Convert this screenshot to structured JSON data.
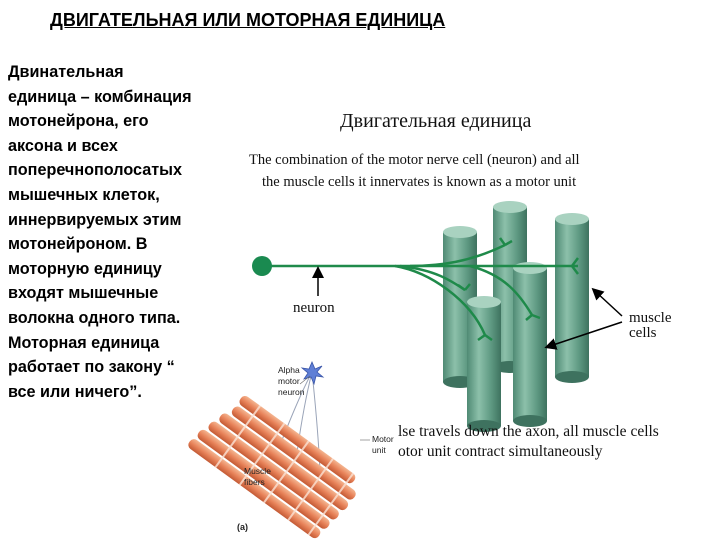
{
  "slide": {
    "title": "ДВИГАТЕЛЬНАЯ ИЛИ  МОТОРНАЯ ЕДИНИЦА",
    "body_text": "Двинательная\nединица – комбинация\nмотонейрона, его\nаксона и всех\nпоперечнополосатых\nмышечных клеток,\nиннервируемых этим\nмотонейроном.  В\nмоторную единицу\nвходят мышечные\nволокна одного типа.\nМоторная единица\nработает по закону “\nвсе или ничего”."
  },
  "figure_motor_unit": {
    "heading": "Двигательная единица",
    "caption_line1": "The combination of the motor nerve cell (neuron) and all",
    "caption_line2": "the muscle cells it innervates is known as a motor unit",
    "label_neuron": "neuron",
    "label_muscle_line1": "muscle",
    "label_muscle_line2": "cells",
    "bottom_line1": "lse travels down the axon, all muscle cells",
    "bottom_line2": "otor unit contract simultaneously",
    "colors": {
      "muscle": "#6aa38e",
      "nerve": "#1f8a4a",
      "soma": "#1a8a50"
    }
  },
  "figure_inset": {
    "label_alpha_line1": "Alpha",
    "label_alpha_line2": "motor",
    "label_alpha_line3": "neuron",
    "label_motor_unit_line1": "Motor",
    "label_motor_unit_line2": "unit",
    "label_muscle_fibers_line1": "Muscle",
    "label_muscle_fibers_line2": "fibers",
    "panel_label": "(a)",
    "colors": {
      "fiber": "#e8926a",
      "fiber_stripe": "#c4522e"
    }
  }
}
